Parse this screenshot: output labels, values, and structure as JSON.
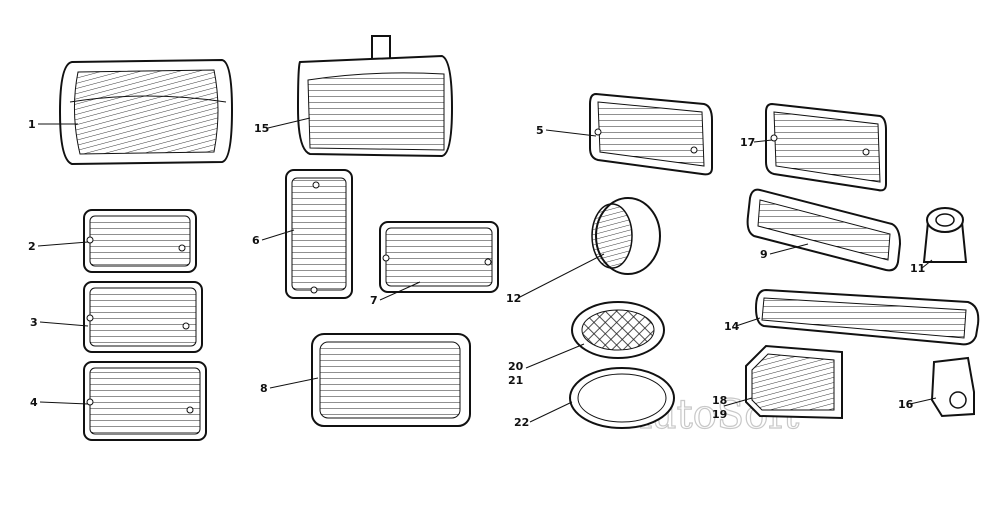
{
  "watermark": "AutoSoft",
  "callouts": [
    {
      "id": "p1",
      "text": "1"
    },
    {
      "id": "p2",
      "text": "2"
    },
    {
      "id": "p3",
      "text": "3"
    },
    {
      "id": "p4",
      "text": "4"
    },
    {
      "id": "p5",
      "text": "5"
    },
    {
      "id": "p6",
      "text": "6"
    },
    {
      "id": "p7",
      "text": "7"
    },
    {
      "id": "p8",
      "text": "8"
    },
    {
      "id": "p9",
      "text": "9"
    },
    {
      "id": "p11",
      "text": "11"
    },
    {
      "id": "p12",
      "text": "12"
    },
    {
      "id": "p14",
      "text": "14"
    },
    {
      "id": "p15",
      "text": "15"
    },
    {
      "id": "p16",
      "text": "16"
    },
    {
      "id": "p17",
      "text": "17"
    },
    {
      "id": "p18",
      "text": "18"
    },
    {
      "id": "p19",
      "text": "19"
    },
    {
      "id": "p20",
      "text": "20"
    },
    {
      "id": "p21",
      "text": "21"
    },
    {
      "id": "p22",
      "text": "22"
    }
  ]
}
